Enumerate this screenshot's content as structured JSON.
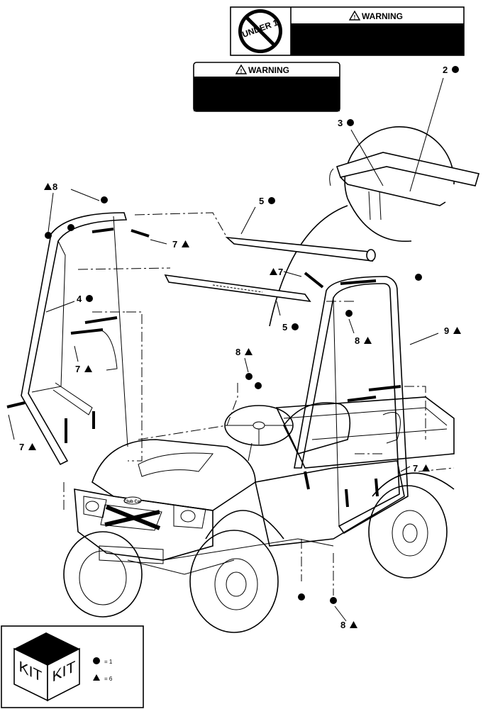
{
  "warning_labels": {
    "top_header": "WARNING",
    "top_pictogram": "UNDER 1",
    "second_header": "WARNING"
  },
  "callouts": [
    {
      "num": "2",
      "sym": "circle"
    },
    {
      "num": "3",
      "sym": "circle"
    },
    {
      "num": "8",
      "sym": "triangle"
    },
    {
      "num": "5",
      "sym": "circle"
    },
    {
      "num": "7",
      "sym": "triangle"
    },
    {
      "num": "7",
      "sym": "triangle"
    },
    {
      "num": "4",
      "sym": "circle"
    },
    {
      "num": "5",
      "sym": "circle"
    },
    {
      "num": "8",
      "sym": "triangle"
    },
    {
      "num": "9",
      "sym": "triangle"
    },
    {
      "num": "7",
      "sym": "triangle"
    },
    {
      "num": "8",
      "sym": "triangle"
    },
    {
      "num": "7",
      "sym": "triangle"
    },
    {
      "num": "7",
      "sym": "triangle"
    },
    {
      "num": "8",
      "sym": "triangle"
    }
  ],
  "kit_legend": {
    "box_label_left": "KIT",
    "box_label_right": "KIT",
    "circle_qty": "= 1",
    "triangle_qty": "= 6"
  },
  "vehicle_badge": "Club Car"
}
